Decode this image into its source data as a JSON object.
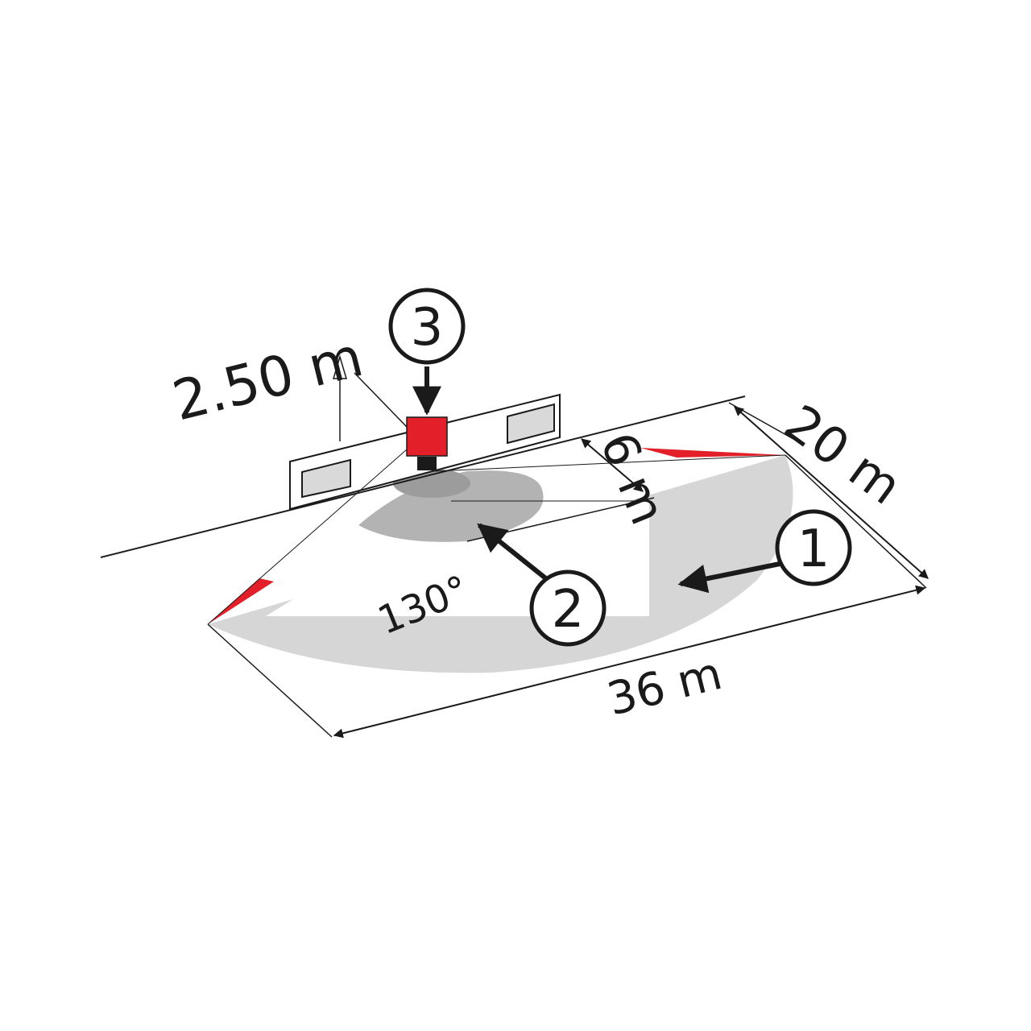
{
  "labels": {
    "mounting_height": "2.50 m",
    "inner_depth": "6 m",
    "outer_depth": "20 m",
    "total_width": "36 m",
    "detection_angle": "130°"
  },
  "callouts": {
    "outer_zone": "1",
    "inner_zone": "2",
    "sensor": "3"
  },
  "colors": {
    "sensor_red": "#e3202a",
    "outer_zone_gray": "#d6d6d6",
    "inner_zone_gray": "#b3b3b3",
    "core_zone_gray": "#9c9c9c",
    "line_black": "#1a1a1a"
  }
}
